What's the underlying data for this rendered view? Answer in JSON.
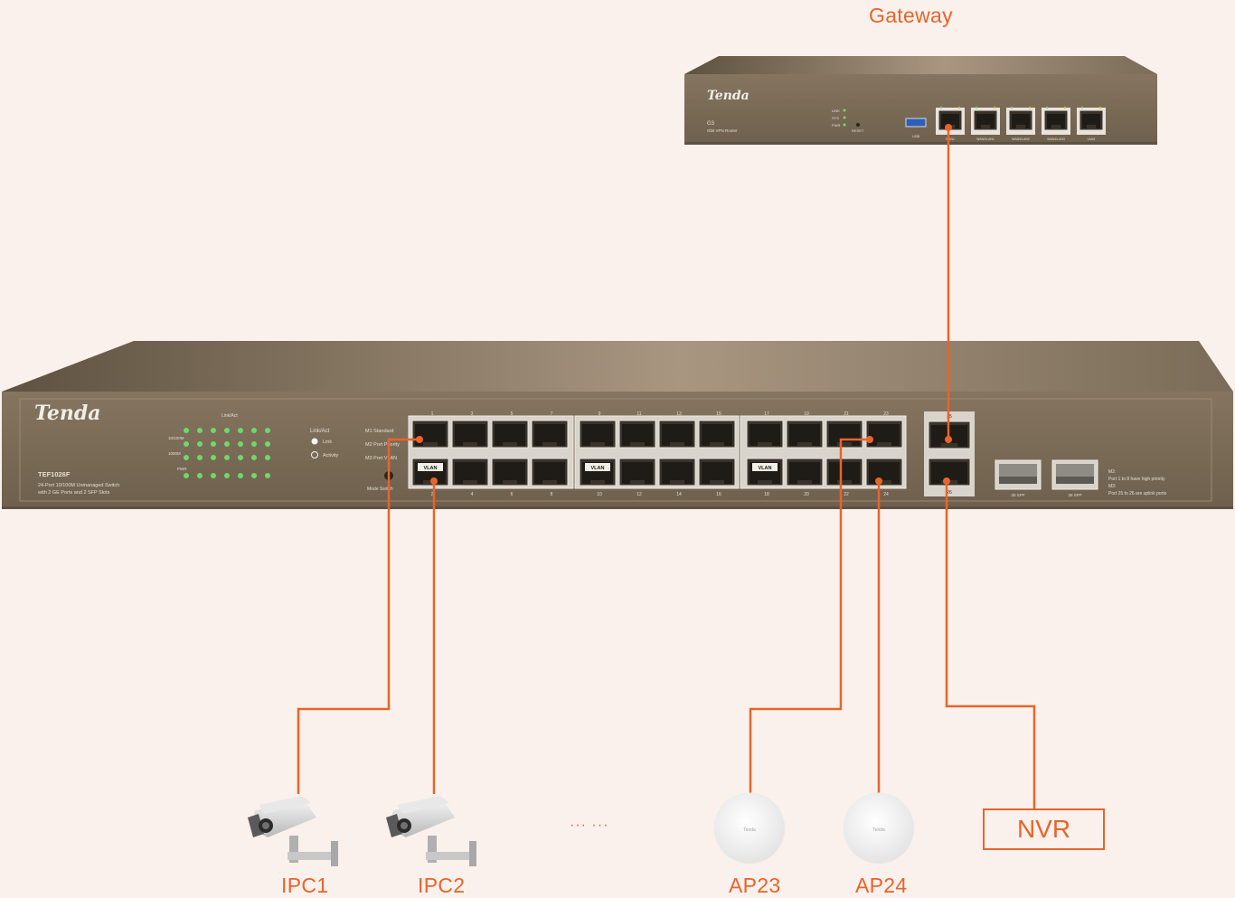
{
  "labels": {
    "gateway": "Gateway",
    "ipc1": "IPC1",
    "ipc2": "IPC2",
    "ellipsis": "··· ···",
    "ap23": "AP23",
    "ap24": "AP24",
    "nvr": "NVR"
  },
  "router": {
    "brand": "Tenda",
    "model_short": "G3",
    "model_desc": "Gbit VPN Router",
    "leds": [
      "LINK",
      "SYS",
      "PWR"
    ],
    "reset": "RESET",
    "usb": "USB",
    "port_labels": [
      "WAN1",
      "WAN2/LAN1",
      "WAN3/LAN2",
      "WAN4/LAN3",
      "LAN4"
    ]
  },
  "switch": {
    "brand": "Tenda",
    "model": "TEF1026F",
    "desc_line1": "24-Port 10/100M Unmanaged Switch",
    "desc_line2": "with 2 GE Ports and 2 SFP Slots",
    "led_header": "Link/Act",
    "led_row_labels": [
      "10/100M",
      "1000M",
      "PWR"
    ],
    "legend_title": "Link/Act",
    "legend_link": "Link",
    "legend_activity": "Activity",
    "modes": [
      "M1 Standard",
      "M2 Port Priority",
      "M3 Port VLAN"
    ],
    "mode_switch": "Mode Switch",
    "top_port_numbers": [
      "1",
      "3",
      "5",
      "7",
      "9",
      "11",
      "13",
      "15",
      "17",
      "19",
      "21",
      "23"
    ],
    "bottom_port_numbers": [
      "2",
      "4",
      "6",
      "8",
      "10",
      "12",
      "14",
      "16",
      "18",
      "20",
      "22",
      "24"
    ],
    "uplink_labels": [
      "25",
      "26"
    ],
    "sfp_labels": [
      "25 SFP",
      "26 SFP"
    ],
    "notes": [
      "M2:",
      "Port 1 to 8 have high priority",
      "M3:",
      "Port 25 to 26 are uplink ports"
    ],
    "vlan_tag": "VLAN"
  },
  "ap_brand": "Tenda",
  "colors": {
    "accent": "#e8642b",
    "background": "#fbf1ec",
    "device_body": "#8a7a63"
  },
  "icons": [
    "camera-icon",
    "access-point-icon"
  ]
}
